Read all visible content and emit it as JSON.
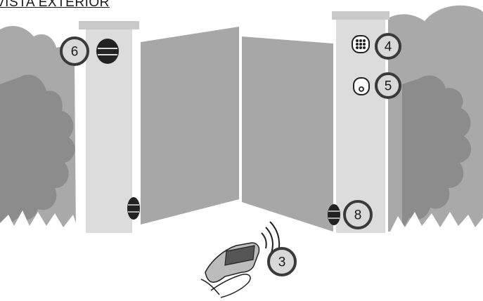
{
  "title": "VISTA EXTERIOR",
  "callouts": [
    {
      "label": "6",
      "refers_to": "photocell-left"
    },
    {
      "label": "4",
      "refers_to": "keypad"
    },
    {
      "label": "5",
      "refers_to": "key-switch"
    },
    {
      "label": "8",
      "refers_to": "photocell-lower-right"
    },
    {
      "label": "3",
      "refers_to": "remote-control"
    }
  ],
  "colors": {
    "foliage": "#a9a9a9",
    "foliage_dark": "#8c8c8c",
    "pillar": "#dcdcdc",
    "pillar_cap": "#c9c9c9",
    "gate_panel": "#a7a7a7",
    "callout_ring": "#3a3a3a",
    "callout_fill": "#d9d9d9"
  }
}
